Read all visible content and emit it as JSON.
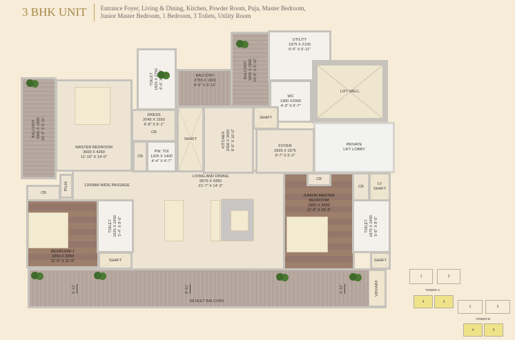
{
  "header": {
    "title": "3 BHK UNIT",
    "description_line1": "Entrance Foyer, Living & Dining, Kitchen, Powder Room, Puja, Master Bedroom,",
    "description_line2": "Junior Master Bedroom, 1 Bedroom, 3 Toilets, Utility Room"
  },
  "rooms": {
    "balcony_left": {
      "name": "BALCONY",
      "size_mm": "4960 X 1800",
      "size_ft": "16'-3\" X 5'-11\""
    },
    "master_bedroom": {
      "name": "MASTER BEDROOM",
      "size_mm": "3600 X 4260",
      "size_ft": "11'-10\" X 14'-0\""
    },
    "master_toilet": {
      "name": "TOILET",
      "size_mm": "1825 X 2750",
      "size_ft": "6'-0\" X 9'-0\""
    },
    "dress": {
      "name": "DRESS",
      "size_mm": "2045 X 1550",
      "size_ft": "6'-8\" X 5'-1\""
    },
    "pw_toi": {
      "name": "PW. TOI",
      "size_mm": "1325 X 1400",
      "size_ft": "4'-4\" X 4'-7\""
    },
    "balcony_kitchen": {
      "name": "BALCONY",
      "size_mm": "2755 X 1800",
      "size_ft": "8'-9\" X 5'-11\""
    },
    "balcony_utility": {
      "name": "BALCONY",
      "size_mm": "3250 X 1800",
      "size_ft": "10'-8\" X 5'-11\""
    },
    "utility": {
      "name": "UTILITY",
      "size_mm": "1975 X 2100",
      "size_ft": "6'-6\" X 6'-11\""
    },
    "wc": {
      "name": "WC",
      "size_mm": "1300 X2000",
      "size_ft": "4'-3\" X 6'-7\""
    },
    "lift_well": {
      "name": "LIFT WELL"
    },
    "private_lift_lobby": {
      "name": "PRIVATE",
      "name2": "LIFT LOBBY"
    },
    "kitchen": {
      "name": "KITCHEN",
      "size_mm": "2450 X 3050",
      "size_ft": "8'-0\" X 10'-0\""
    },
    "foyer": {
      "name": "FOYER",
      "size_mm": "2925 X 1575",
      "size_ft": "9'-7\" X 5'-2\""
    },
    "living_dining": {
      "name": "LIVING AND DINING",
      "size_mm": "6575 X 4350",
      "size_ft": "21'-7\" X 14'-3\""
    },
    "passage": {
      "name": "1200MM WIDE PASSAGE"
    },
    "puja": {
      "name": "PUJA"
    },
    "bedroom1": {
      "name": "BEDROOM-1",
      "size_mm": "3350 X 3350",
      "size_ft": "11'-0\" X 11'-0\""
    },
    "bedroom1_toilet": {
      "name": "TOILET",
      "size_mm": "1625 X 2450",
      "size_ft": "5'-4\" X 8'-0\""
    },
    "junior_master": {
      "name": "JUNIOR MASTER",
      "name2": "BEDROOM",
      "size_mm": "3350 X 4650",
      "size_ft": "11'-0\" X 15'-3\""
    },
    "junior_toilet": {
      "name": "TOILET",
      "size_mm": "1675 X 2450",
      "size_ft": "5'-6\" X 8'-0\""
    },
    "big_balcony": {
      "name": "58 FEET BALCONY",
      "dim_left": "5'-11\"",
      "dim_mid": "6'-11\"",
      "dim_right": "5'-11\""
    },
    "vrv": {
      "name": "VRV/ARF"
    },
    "shaft": "SHAFT",
    "lv_shaft": "LV",
    "lv_shaft2": "SHAFT",
    "cb": "CB"
  },
  "key_plan": {
    "tower_a": "TOWER-A",
    "tower_b": "TOWER-B",
    "units": [
      "1",
      "2",
      "3",
      "4"
    ]
  }
}
